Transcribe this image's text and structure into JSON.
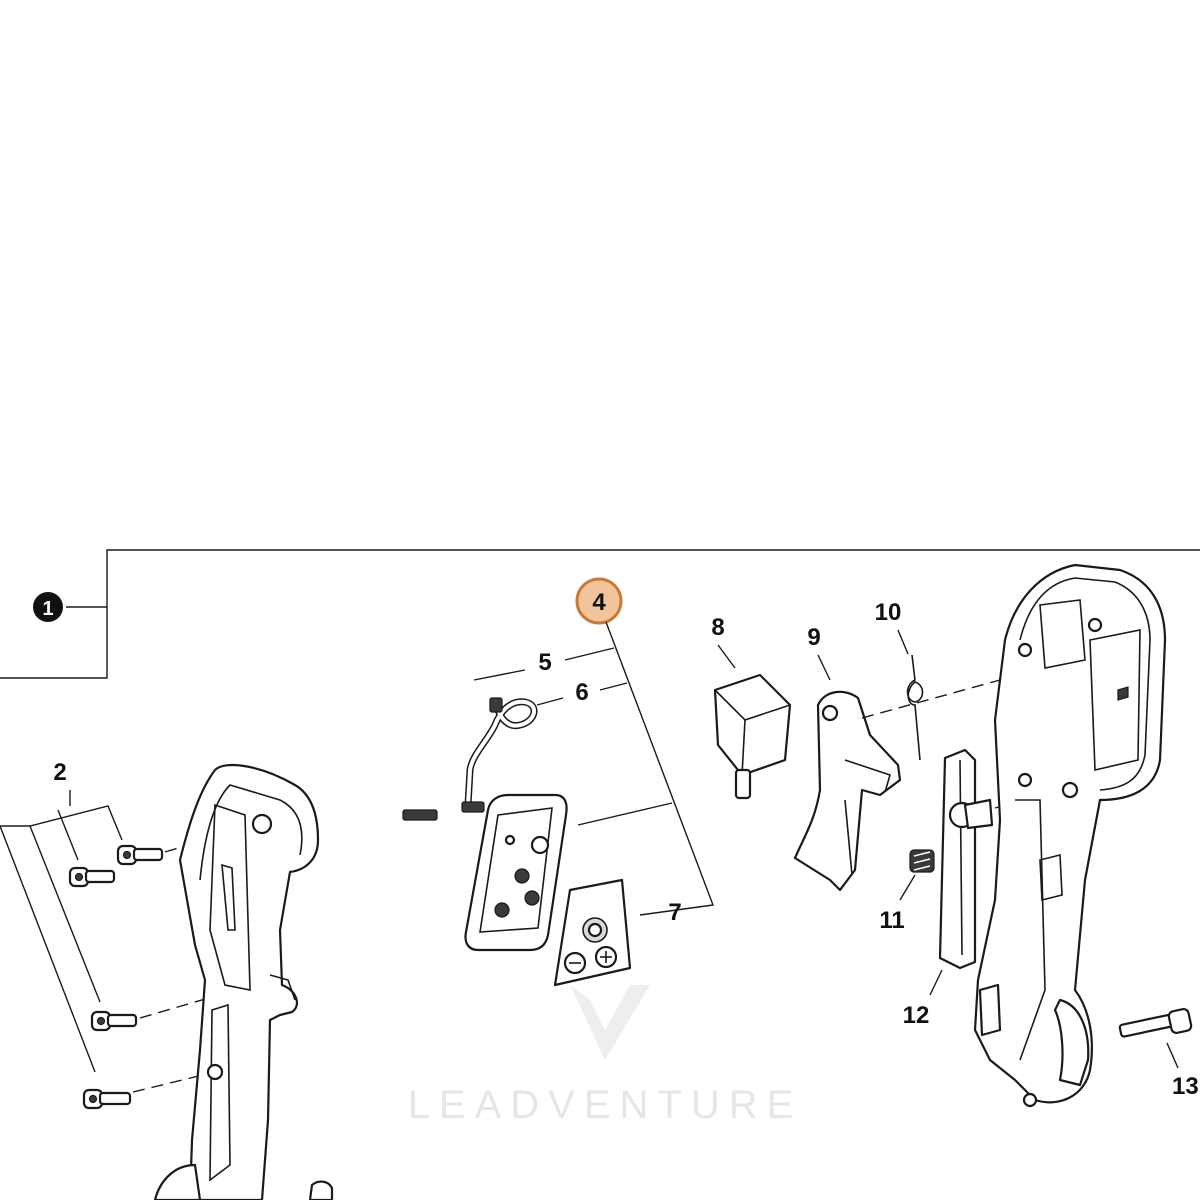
{
  "callouts": {
    "c1": "1",
    "c2": "2",
    "c4": "4",
    "c5": "5",
    "c6": "6",
    "c7": "7",
    "c8": "8",
    "c9": "9",
    "c10": "10",
    "c11": "11",
    "c12": "12",
    "c13": "13"
  },
  "watermark": "LEADVENTURE",
  "colors": {
    "highlight_fill": "#f2c49b",
    "highlight_stroke": "#c77b3a",
    "line": "#1a1a1a",
    "watermark": "#e6e6e6"
  }
}
